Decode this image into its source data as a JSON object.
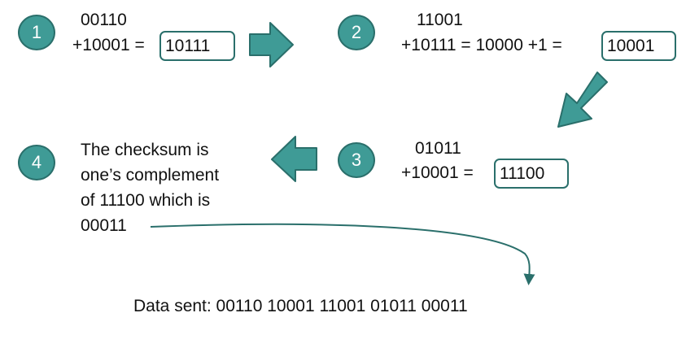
{
  "colors": {
    "accent": "#3f9b96",
    "accent_dark": "#2a6f6b",
    "arrow_line": "#2a6f6b"
  },
  "icons": [
    "arrow-right-icon",
    "arrow-down-left-icon",
    "arrow-left-icon",
    "curved-arrow-icon"
  ],
  "steps": [
    {
      "number": "1",
      "top": "00110",
      "bottom": "+10001 =",
      "result": "10111"
    },
    {
      "number": "2",
      "top": "11001",
      "bottom": "+10111 = 10000 +1 =",
      "result": "10001"
    },
    {
      "number": "3",
      "top": "01011",
      "bottom": "+10001 =",
      "result": "11100"
    },
    {
      "number": "4",
      "lines": [
        "The checksum is",
        "one’s complement",
        "of 11100 which is",
        "00011"
      ]
    }
  ],
  "data_sent": "Data sent: 00110 10001 11001 01011 00011"
}
